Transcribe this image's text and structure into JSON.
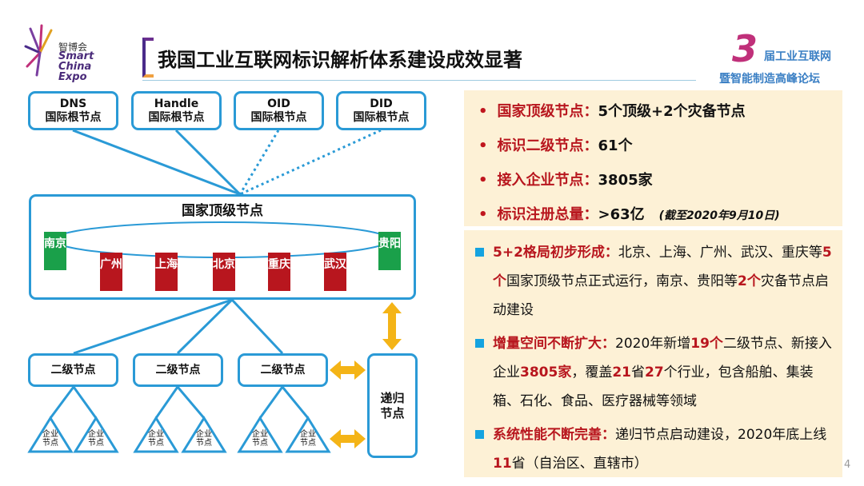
{
  "header": {
    "logo_cn": "智博会",
    "logo_en_1": "Smart China",
    "logo_en_2": "Expo",
    "title": "我国工业互联网标识解析体系建设成效显著",
    "forum_number": "3",
    "forum_line1": "届工业互联网",
    "forum_line2": "暨智能制造高峰论坛"
  },
  "diagram": {
    "root_nodes": [
      {
        "name": "DNS",
        "label": "国际根节点"
      },
      {
        "name": "Handle",
        "label": "国际根节点"
      },
      {
        "name": "OID",
        "label": "国际根节点"
      },
      {
        "name": "DID",
        "label": "国际根节点"
      }
    ],
    "national_title": "国家顶级节点",
    "backup_cities": [
      "南京",
      "贵阳"
    ],
    "top_cities": [
      "广州",
      "上海",
      "北京",
      "重庆",
      "武汉"
    ],
    "secondary_label": "二级节点",
    "enterprise_label_1": "企业",
    "enterprise_label_2": "节点",
    "recursive_label_1": "递归",
    "recursive_label_2": "节点"
  },
  "summary": [
    {
      "key": "国家顶级节点：",
      "value": "5个顶级+2个灾备节点"
    },
    {
      "key": "标识二级节点：",
      "value": "61个"
    },
    {
      "key": "接入企业节点：",
      "value": "3805家"
    },
    {
      "key": "标识注册总量：",
      "value": ">63亿",
      "note": "(截至2020年9月10日)"
    }
  ],
  "details": [
    {
      "head": "5+2格局初步形成：",
      "parts": [
        "北京、上海、广州、武汉、重庆等",
        "5个",
        "国家顶级节点正式运行，南京、贵阳等",
        "2个",
        "灾备节点启动建设"
      ]
    },
    {
      "head": "增量空间不断扩大：",
      "parts": [
        "2020年新增",
        "19个",
        "二级节点、新接入企业",
        "3805家",
        "，覆盖",
        "21",
        "省",
        "27",
        "个行业，包含船舶、集装箱、石化、食品、医疗器械等领域"
      ]
    },
    {
      "head": "系统性能不断完善：",
      "parts": [
        "递归节点启动建设，2020年底上线",
        "11",
        "省（自治区、直辖市）"
      ]
    }
  ],
  "page_number": "4"
}
